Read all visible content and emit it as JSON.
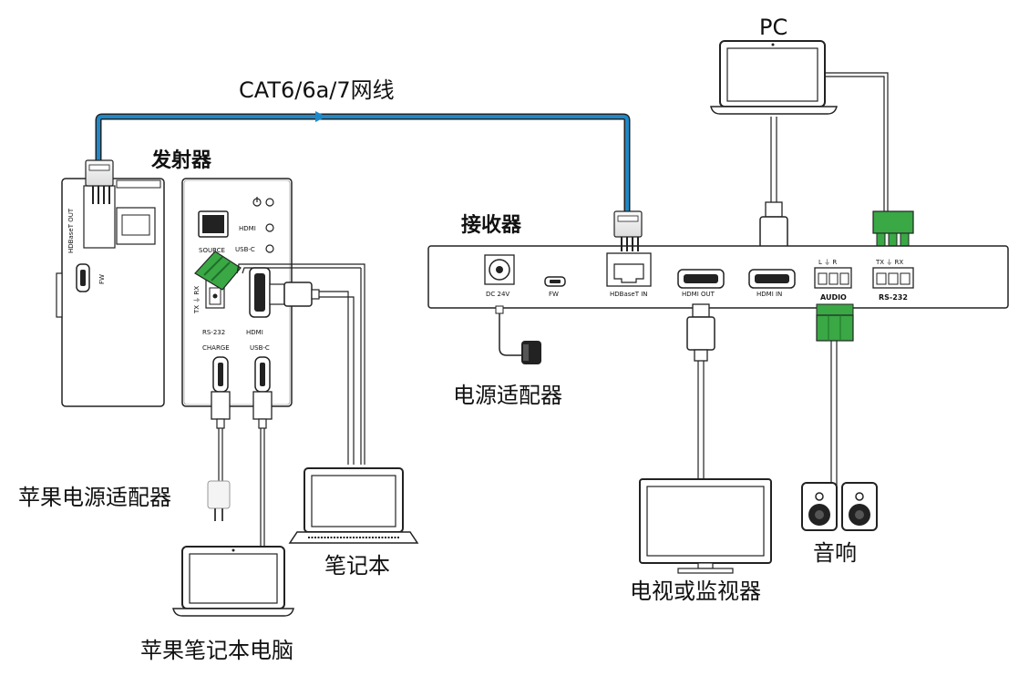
{
  "labels": {
    "pc": "PC",
    "cable": "CAT6/6a/7网线",
    "transmitter": "发射器",
    "receiver": "接收器",
    "power_adapter": "电源适配器",
    "apple_power_adapter": "苹果电源适配器",
    "notebook": "笔记本",
    "apple_notebook": "苹果笔记本电脑",
    "tv_monitor": "电视或监视器",
    "speakers": "音响"
  },
  "transmitter_side": {
    "hdbaset_out": "HDBaseT OUT",
    "fw": "FW"
  },
  "transmitter_front": {
    "source": "SOURCE",
    "hdmi_led": "HDMI",
    "usbc_led": "USB-C",
    "rs232_pins": "TX ⏚ RX",
    "rs232": "RS-232",
    "hdmi_port": "HDMI",
    "charge": "CHARGE",
    "usbc_port": "USB-C"
  },
  "receiver_ports": {
    "dc": "DC 24V",
    "fw": "FW",
    "hdbaset_in": "HDBaseT IN",
    "hdmi_out": "HDMI OUT",
    "hdmi_in": "HDMI IN",
    "audio_pins": "L  ⏚  R",
    "audio": "AUDIO",
    "rs232_pins": "TX  ⏚  RX",
    "rs232": "RS-232"
  },
  "colors": {
    "cat_cable": "#1e88c8",
    "terminal_green": "#3aa845",
    "line": "#222222"
  }
}
